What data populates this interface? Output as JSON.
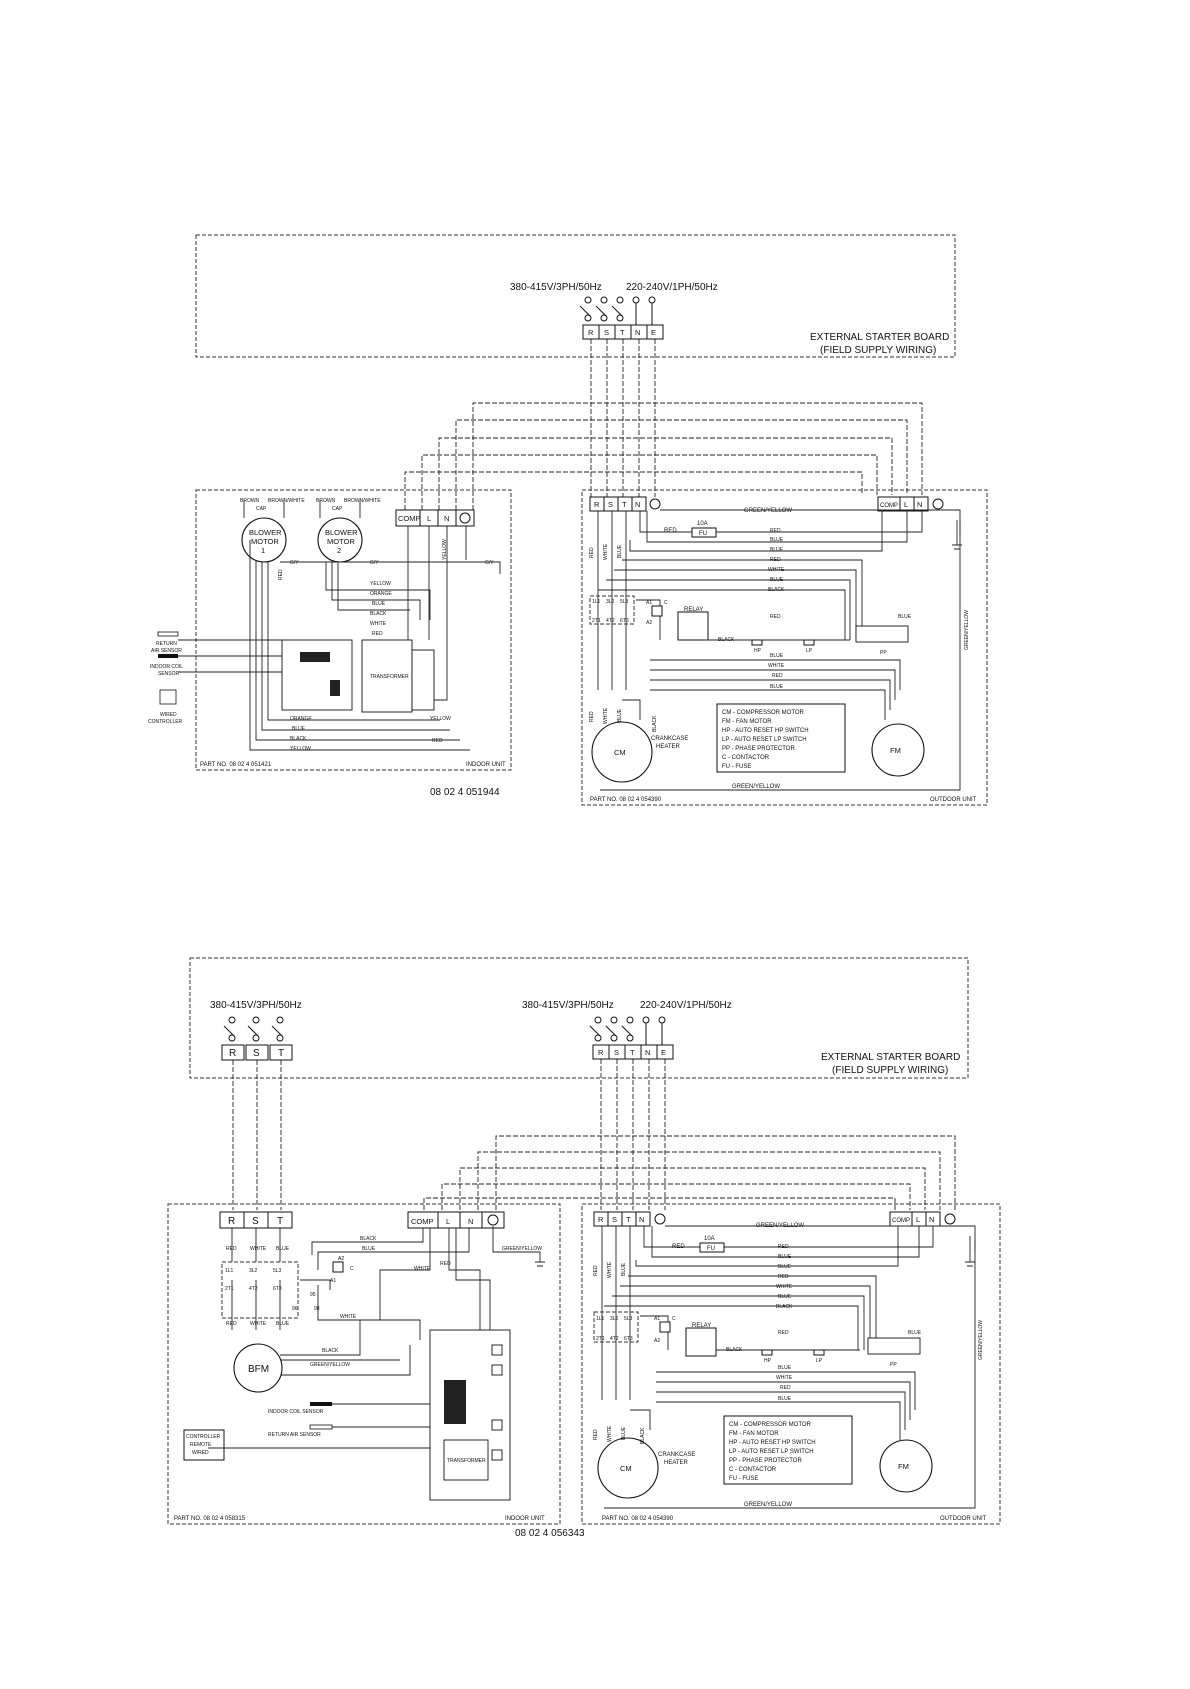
{
  "top_diagram": {
    "supply_3ph": "380-415V/3PH/50Hz",
    "supply_1ph": "220-240V/1PH/50Hz",
    "starter_terminals": [
      "R",
      "S",
      "T",
      "N",
      "E"
    ],
    "starter_board_title": "EXTERNAL STARTER BOARD",
    "starter_board_subtitle": "(FIELD SUPPLY WIRING)",
    "indoor": {
      "motor1_label_a": "BLOWER",
      "motor1_label_b": "MOTOR",
      "motor1_label_c": "1",
      "motor2_label_a": "BLOWER",
      "motor2_label_b": "MOTOR",
      "motor2_label_c": "2",
      "brown": "BROWN",
      "brown_white": "BROWN/WHITE",
      "cap": "CAP",
      "gy": "G/Y",
      "terminals": [
        "COMP",
        "L",
        "N"
      ],
      "wire_labels": [
        "YELLOW",
        "ORANGE",
        "BLUE",
        "BLACK",
        "WHITE",
        "RED"
      ],
      "bottom_wire_labels": [
        "ORANGE",
        "BLUE",
        "BLACK",
        "YELLOW"
      ],
      "yellow": "YELLOW",
      "red": "RED",
      "return_air_sensor_a": "RETURN",
      "return_air_sensor_b": "AIR SENSOR",
      "indoor_coil_sensor_a": "INDOOR COIL",
      "indoor_coil_sensor_b": "SENSOR",
      "wired_controller_a": "WIRED",
      "wired_controller_b": "CONTROLLER",
      "transformer": "TRANSFORMER",
      "part_no": "PART NO. 08 02 4 051421",
      "unit": "INDOOR UNIT"
    },
    "outdoor": {
      "terminals": [
        "R",
        "S",
        "T",
        "N"
      ],
      "right_terminals": [
        "COMP",
        "L",
        "N"
      ],
      "green_yellow": "GREEN/YELLOW",
      "fuse_rating": "10A",
      "fuse": "FU",
      "red": "RED",
      "wire_stack": [
        "RED",
        "BLUE",
        "BLUE",
        "RED",
        "WHITE",
        "BLUE",
        "BLACK"
      ],
      "relay": "RELAY",
      "contactor_in": [
        "1L1",
        "3L2",
        "5L3"
      ],
      "contactor_out": [
        "2T1",
        "4T2",
        "6T3"
      ],
      "a1": "A1",
      "a2": "A2",
      "c": "C",
      "red_mid": "RED",
      "blue_mid": "BLUE",
      "black": "BLACK",
      "hp": "HP",
      "lp": "LP",
      "pp": "PP",
      "lower_stack": [
        "BLUE",
        "WHITE",
        "RED",
        "BLUE"
      ],
      "vertical_labels": [
        "RED",
        "WHITE",
        "BLUE"
      ],
      "comp_leads": [
        "RED",
        "WHITE",
        "BLUE",
        "BLACK"
      ],
      "cm": "CM",
      "crankcase_a": "CRANKCASE",
      "crankcase_b": "HEATER",
      "fm": "FM",
      "legend": [
        "CM  -  COMPRESSOR MOTOR",
        "FM  -  FAN MOTOR",
        "HP  -  AUTO RESET HP SWITCH",
        "LP  -  AUTO RESET LP SWITCH",
        "PP  -  PHASE PROTECTOR",
        "C    -  CONTACTOR",
        "FU  -  FUSE"
      ],
      "green_yellow_bottom": "GREEN/YELLOW",
      "green_yellow_side": "GREEN/YELLOW",
      "part_no": "PART NO. 08 02 4 054390",
      "unit": "OUTDOOR UNIT"
    },
    "drawing_no": "08 02 4 051944"
  },
  "bottom_diagram": {
    "supply_3ph_left": "380-415V/3PH/50Hz",
    "supply_3ph_right": "380-415V/3PH/50Hz",
    "supply_1ph": "220-240V/1PH/50Hz",
    "left_terminals": [
      "R",
      "S",
      "T"
    ],
    "starter_terminals": [
      "R",
      "S",
      "T",
      "N",
      "E"
    ],
    "starter_board_title": "EXTERNAL STARTER BOARD",
    "starter_board_subtitle": "(FIELD SUPPLY WIRING)",
    "indoor": {
      "terminals_rst": [
        "R",
        "S",
        "T"
      ],
      "terminals_right": [
        "COMP",
        "L",
        "N"
      ],
      "black": "BLACK",
      "blue": "BLUE",
      "green_yellow": "GREEN/YELLOW",
      "vert_labels": [
        "RED",
        "WHITE",
        "BLUE"
      ],
      "contactor_in": [
        "1L1",
        "3L2",
        "5L3"
      ],
      "contactor_out": [
        "2T1",
        "4T2",
        "6T3"
      ],
      "a1": "A1",
      "a2": "A2",
      "c": "C",
      "o95": "95",
      "o96": "96",
      "o98": "98",
      "white": "WHITE",
      "white_v": "WHITE",
      "red_v": "RED",
      "motor_leads": [
        "RED",
        "WHITE",
        "BLUE"
      ],
      "black2": "BLACK",
      "green_yellow2": "GREEN/YELLOW",
      "bfm": "BFM",
      "indoor_coil_sensor": "INDOOR COIL SENSOR",
      "return_air_sensor": "RETURN AIR SENSOR",
      "controller_a": "CONTROLLER",
      "controller_b": "REMOTE",
      "controller_c": "WIRED",
      "transformer": "TRANSFORMER",
      "part_no": "PART NO. 08 02 4 058315",
      "unit": "INDOOR UNIT"
    },
    "outdoor": {
      "terminals": [
        "R",
        "S",
        "T",
        "N"
      ],
      "right_terminals": [
        "COMP",
        "L",
        "N"
      ],
      "green_yellow": "GREEN/YELLOW",
      "fuse_rating": "10A",
      "fuse": "FU",
      "red": "RED",
      "wire_stack": [
        "RED",
        "BLUE",
        "BLUE",
        "RED",
        "WHITE",
        "BLUE",
        "BLACK"
      ],
      "relay": "RELAY",
      "contactor_in": [
        "1L1",
        "3L2",
        "5L3"
      ],
      "contactor_out": [
        "2T1",
        "4T2",
        "6T3"
      ],
      "a1": "A1",
      "a2": "A2",
      "c": "C",
      "red_mid": "RED",
      "blue_mid": "BLUE",
      "black": "BLACK",
      "hp": "HP",
      "lp": "LP",
      "pp": "PP",
      "lower_stack": [
        "BLUE",
        "WHITE",
        "RED",
        "BLUE"
      ],
      "vertical_labels": [
        "RED",
        "WHITE",
        "BLUE"
      ],
      "comp_leads": [
        "RED",
        "WHITE",
        "BLUE",
        "BLACK"
      ],
      "cm": "CM",
      "crankcase_a": "CRANKCASE",
      "crankcase_b": "HEATER",
      "fm": "FM",
      "legend": [
        "CM  -  COMPRESSOR MOTOR",
        "FM  -  FAN MOTOR",
        "HP  -  AUTO RESET HP SWITCH",
        "LP  -  AUTO RESET LP SWITCH",
        "PP  -  PHASE PROTECTOR",
        "C    -  CONTACTOR",
        "FU  -  FUSE"
      ],
      "green_yellow_bottom": "GREEN/YELLOW",
      "green_yellow_side": "GREEN/YELLOW",
      "part_no": "PART NO. 08 02 4 054390",
      "unit": "OUTDOOR UNIT"
    },
    "drawing_no": "08 02 4 056343"
  }
}
